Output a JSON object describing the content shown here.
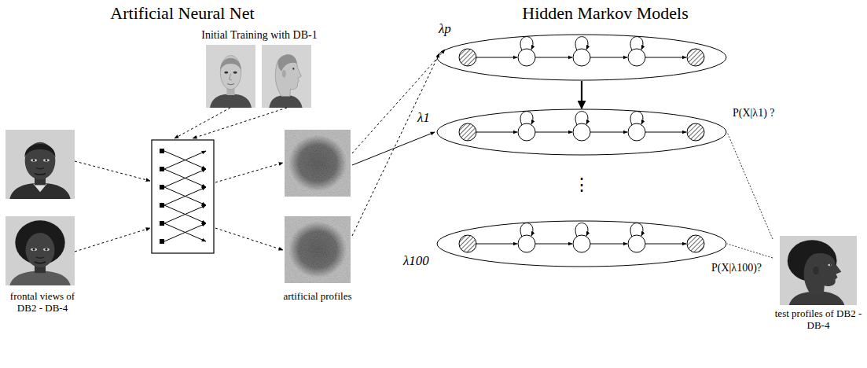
{
  "diagram": {
    "nodes": [
      {
        "text": [
          "λp"
        ]
      },
      {
        "text": [
          "λ1"
        ]
      },
      {
        "text": [
          "λ100"
        ]
      },
      {
        "text": [
          "test profiles of DB2 - DB-4"
        ]
      }
    ],
    "edges": [
      {
        "from": 0,
        "to": 1,
        "arrow": "to"
      },
      {
        "from": 3,
        "to": 1,
        "label": "P(X|λ1) ?",
        "arrow": "none"
      },
      {
        "from": 3,
        "to": 2,
        "label": "P(X|λ100)?",
        "arrow": "none"
      }
    ],
    "labels": [
      "Artificial Neural Net",
      "Hidden Markov Models",
      "Initial Training with DB-1",
      "frontal views of DB2 - DB-4",
      "artificial profiles",
      "⋮"
    ]
  }
}
